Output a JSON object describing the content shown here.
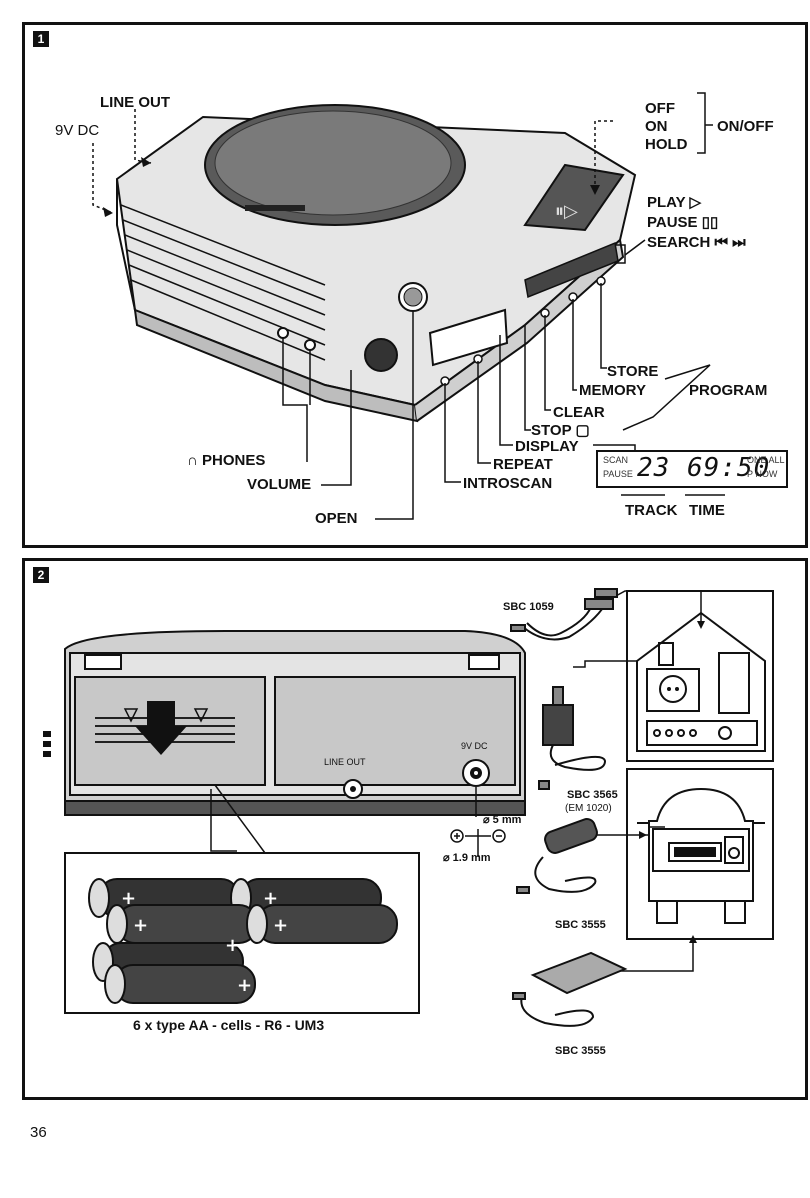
{
  "figure1": {
    "badge": "1",
    "labels": {
      "line_out": "LINE OUT",
      "dc9v": "9V DC",
      "off": "OFF",
      "on": "ON",
      "hold": "HOLD",
      "on_off": "ON/OFF",
      "play": "PLAY ▷",
      "pause": "PAUSE ▯▯",
      "search": "SEARCH ⏮ ⏭",
      "store": "STORE",
      "memory": "MEMORY",
      "program": "PROGRAM",
      "clear": "CLEAR",
      "stop": "STOP ▢",
      "display": "DISPLAY",
      "repeat": "REPEAT",
      "introscan": "INTROSCAN",
      "phones": "PHONES",
      "volume": "VOLUME",
      "open": "OPEN",
      "track": "TRACK",
      "time": "TIME"
    },
    "lcd": {
      "digits": "23 69:50",
      "left_top": "SCAN",
      "left_bottom": "PAUSE",
      "right_top": "ONE ALL",
      "right_bottom": "P NOW"
    }
  },
  "figure2": {
    "badge": "2",
    "labels": {
      "line_out": "LINE OUT",
      "dc9v": "9V DC",
      "sbc1059": "SBC 1059",
      "sbc3565": "SBC 3565",
      "em1020": "(EM 1020)",
      "sbc3555a": "SBC 3555",
      "sbc3555b": "SBC 3555",
      "dia5": "⌀ 5 mm",
      "dia19": "⌀ 1.9 mm",
      "battery_caption": "6 x type AA - cells - R6 - UM3"
    }
  },
  "page_number": "36"
}
